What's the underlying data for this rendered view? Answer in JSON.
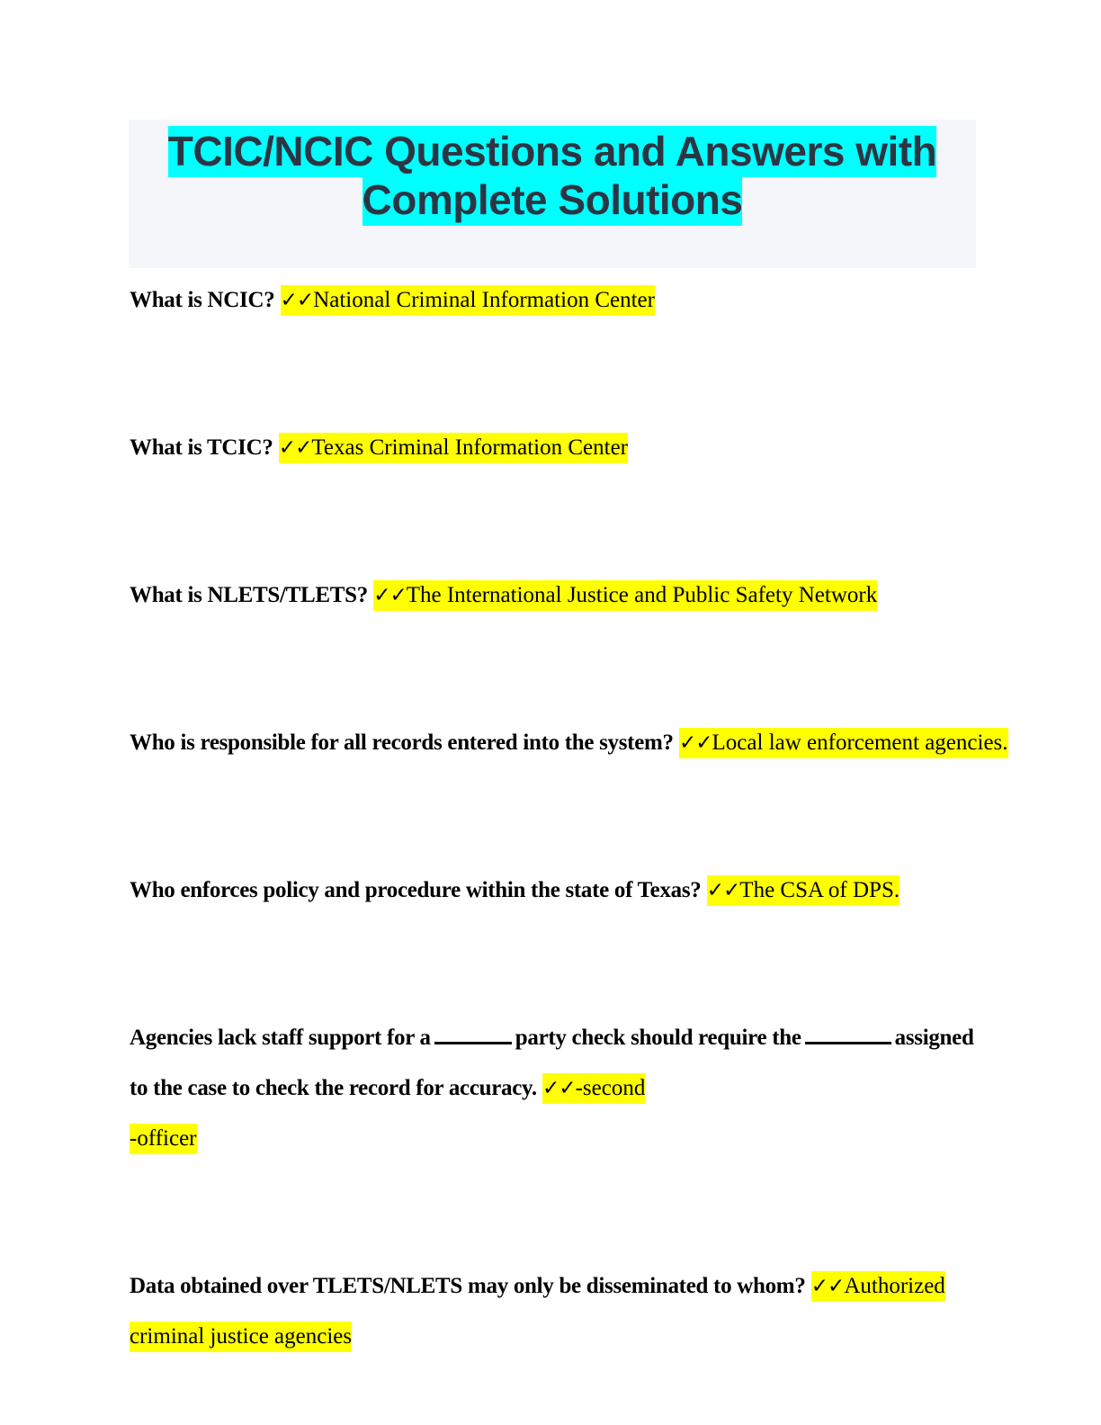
{
  "document": {
    "title_line_1": "TCIC/NCIC Questions and Answers with",
    "title_line_2": "Complete Solutions",
    "title_full": "TCIC/NCIC Questions and Answers with Complete Solutions"
  },
  "colors": {
    "title_highlight": "#00ffff",
    "answer_highlight": "#ffff00",
    "header_band_background": "#f4f6fa",
    "title_text": "#2c3543",
    "body_text": "#000000",
    "page_background": "#ffffff"
  },
  "icons": {
    "check_mark": "✓",
    "answer_marker": "✓✓"
  },
  "qa": [
    {
      "id": "ncic",
      "question": "What is NCIC?",
      "marker": "✓✓",
      "answer": "National Criminal Information Center",
      "continuation": ""
    },
    {
      "id": "tcic",
      "question": "What is TCIC?",
      "marker": "✓✓",
      "answer": "Texas Criminal Information Center",
      "continuation": ""
    },
    {
      "id": "nlets-tlets",
      "question": "What is NLETS/TLETS?",
      "marker": "✓✓",
      "answer": "The International Justice and Public Safety Network",
      "continuation": ""
    },
    {
      "id": "records-responsibility",
      "question": "Who is responsible for all records entered into the system?",
      "marker": "✓✓",
      "answer": "Local law enforcement agencies.",
      "continuation": ""
    },
    {
      "id": "policy-enforcement-texas",
      "question": "Who enforces policy and procedure within the state of Texas?",
      "marker": "✓✓",
      "answer": "The CSA of DPS.",
      "continuation": ""
    },
    {
      "id": "staff-support-blanks",
      "question_part_1": "Agencies lack staff support for a",
      "question_part_2": "party check should require the",
      "question_part_3": "assigned",
      "question_part_4": "to the case to check the record for accuracy.",
      "marker": "✓✓",
      "answer": "-second",
      "continuation": "-officer"
    },
    {
      "id": "tlets-nlets-dissemination",
      "question": "Data obtained over TLETS/NLETS may only be disseminated to whom?",
      "marker": "✓✓",
      "answer": "Authorized",
      "continuation": "criminal justice agencies"
    }
  ]
}
